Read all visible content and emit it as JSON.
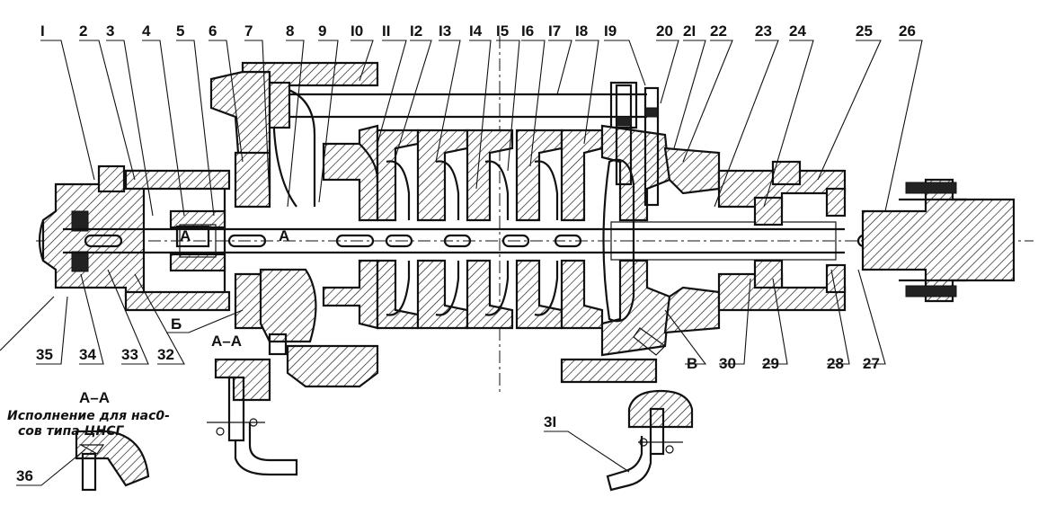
{
  "top_labels": [
    "I",
    "2",
    "3",
    "4",
    "5",
    "6",
    "7",
    "8",
    "9",
    "I0",
    "II",
    "I2",
    "I3",
    "I4",
    "I5",
    "I6",
    "I7",
    "I8",
    "I9",
    "20",
    "2I",
    "22",
    "23",
    "24",
    "25",
    "26"
  ],
  "bottom_labels": [
    "35",
    "34",
    "33",
    "32",
    "Б",
    "B",
    "30",
    "29",
    "28",
    "27"
  ],
  "section_a_label_left": "A–A",
  "section_a_label_right": "A–A",
  "variant_note_line1": "Исполнение для нас0-",
  "variant_note_line2": "сов   типа   ЦНСГ",
  "shaft_mark_1": "A",
  "shaft_mark_2": "A",
  "detail_31_label": "3I",
  "detail_36_label": "36"
}
